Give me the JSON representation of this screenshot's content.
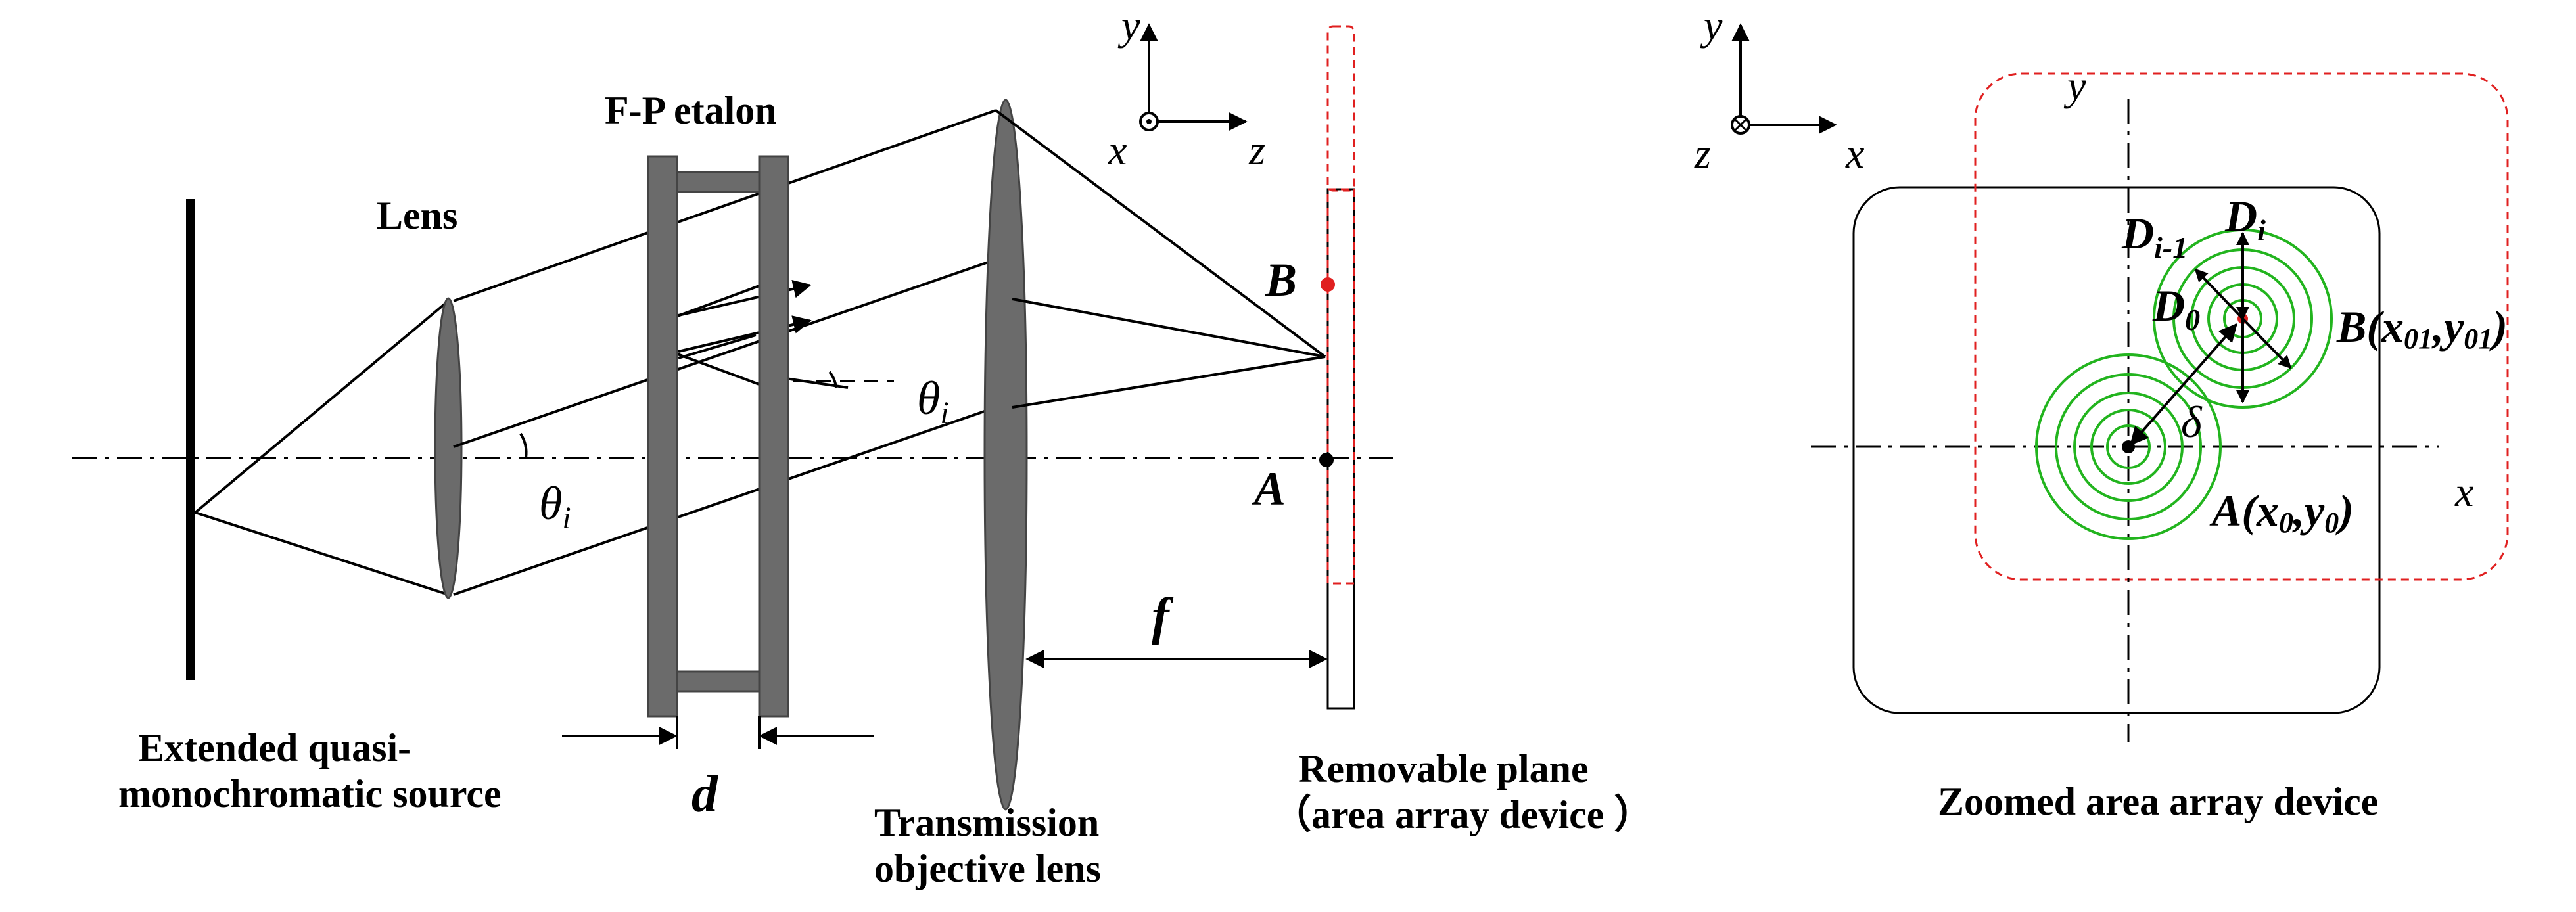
{
  "labels": {
    "lens": "Lens",
    "fp_etalon": "F-P etalon",
    "source_line1": "Extended quasi-",
    "source_line2": "monochromatic source",
    "d": "d",
    "f": "f",
    "transmission_line1": "Transmission",
    "transmission_line2": "objective lens",
    "removable_line1": "Removable plane",
    "removable_line2": "（area array device ）",
    "zoomed": "Zoomed area array device",
    "theta": "θ",
    "theta_sub": "i",
    "point_A": "A",
    "point_B": "B",
    "coord_A_pre": "A(",
    "coord_A_x": "x",
    "coord_A_xsub": "0",
    "coord_A_sep": ",",
    "coord_A_y": "y",
    "coord_A_ysub": "0",
    "coord_A_post": ")",
    "coord_B_pre": "B(",
    "coord_B_x": "x",
    "coord_B_xsub": "01",
    "coord_B_sep": ",",
    "coord_B_y": "y",
    "coord_B_ysub": "01",
    "coord_B_post": ")",
    "D_i_minus_1": "D",
    "D_i_minus_1_sub": "i-1",
    "D_i": "D",
    "D_i_sub": "i",
    "D_0": "D",
    "D_0_sub": "0",
    "delta": "δ",
    "axis_x": "x",
    "axis_y": "y",
    "axis_z": "z"
  },
  "colors": {
    "ring": "#22b41e",
    "red_point": "#e02020",
    "component_gray": "#6b6b6b"
  }
}
